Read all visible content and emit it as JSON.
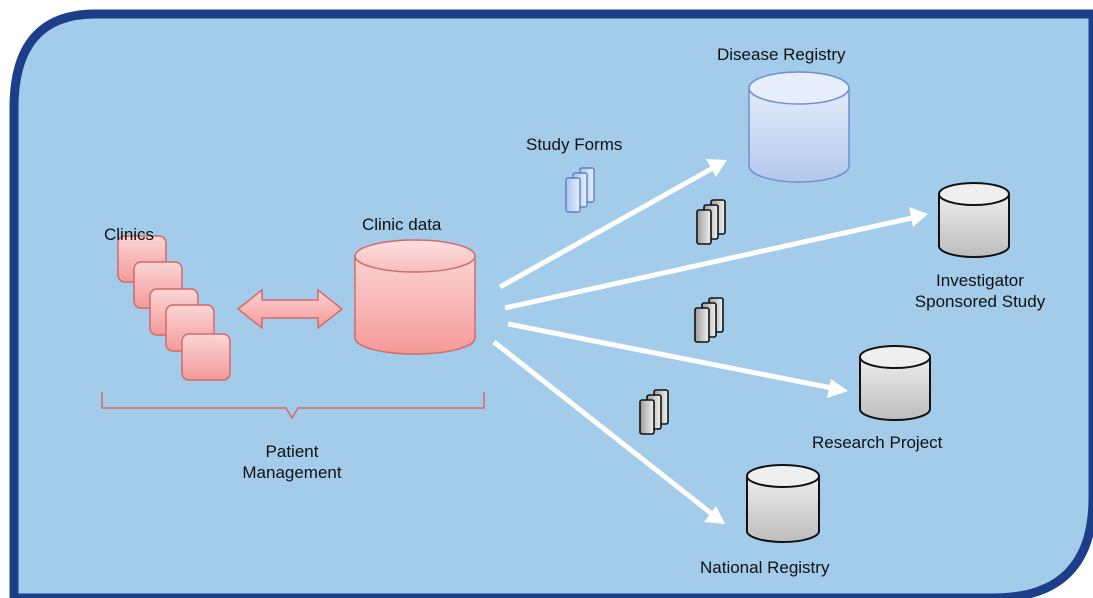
{
  "labels": {
    "clinics": "Clinics",
    "clinic_data": "Clinic data",
    "study_forms": "Study Forms",
    "patient_management": [
      "Patient",
      "Management"
    ],
    "disease_registry": "Disease Registry",
    "investigator_study": [
      "Investigator",
      "Sponsored Study"
    ],
    "research_project": "Research Project",
    "national_registry": "National Registry"
  },
  "colors": {
    "background_panel": "#a3cbea",
    "panel_border": "#1d3f8a",
    "clinic_pink": "#f6aaaa",
    "registry_blue": "#c9d8f2",
    "db_gray": "#cfcfcf",
    "arrow": "#ffffff"
  },
  "icons": [
    "database-cylinder-icon",
    "clinic-card-icon",
    "document-stack-icon",
    "double-arrow-icon"
  ]
}
